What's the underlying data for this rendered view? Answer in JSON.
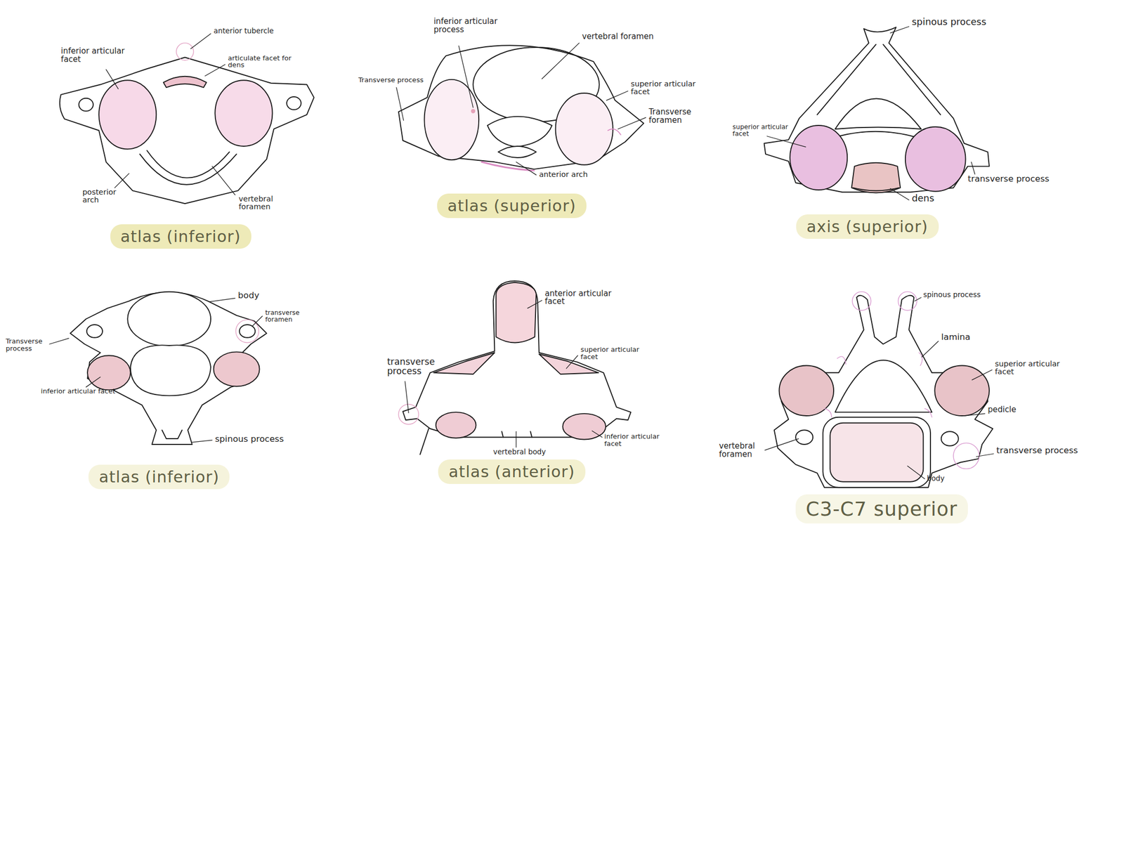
{
  "diagram": {
    "nodes": [
      {
        "text": [
          "atlas (inferior)"
        ]
      },
      {
        "text": [
          "atlas (superior)"
        ]
      },
      {
        "text": [
          "axis (superior)"
        ]
      },
      {
        "text": [
          "atlas (inferior)"
        ]
      },
      {
        "text": [
          "atlas (anterior)"
        ]
      },
      {
        "text": [
          "C3-C7 superior"
        ]
      }
    ],
    "labels": [
      "anterior tubercle",
      "inferior articular facet",
      "articulate facet for dens",
      "posterior arch",
      "vertebral foramen",
      "inferior articular process",
      "vertebral foramen",
      "Transverse process",
      "superior articular facet",
      "Transverse foramen",
      "anterior arch",
      "spinous process",
      "superior articular facet",
      "transverse process",
      "dens",
      "body",
      "transverse foramen",
      "Transverse process",
      "inferior articular facet",
      "spinous process",
      "anterior articular facet",
      "superior articular facet",
      "transverse process",
      "vertebral body",
      "inferior articular facet",
      "spinous process",
      "lamina",
      "superior articular facet",
      "pedicle",
      "transverse process",
      "vertebral foramen",
      "body"
    ]
  }
}
